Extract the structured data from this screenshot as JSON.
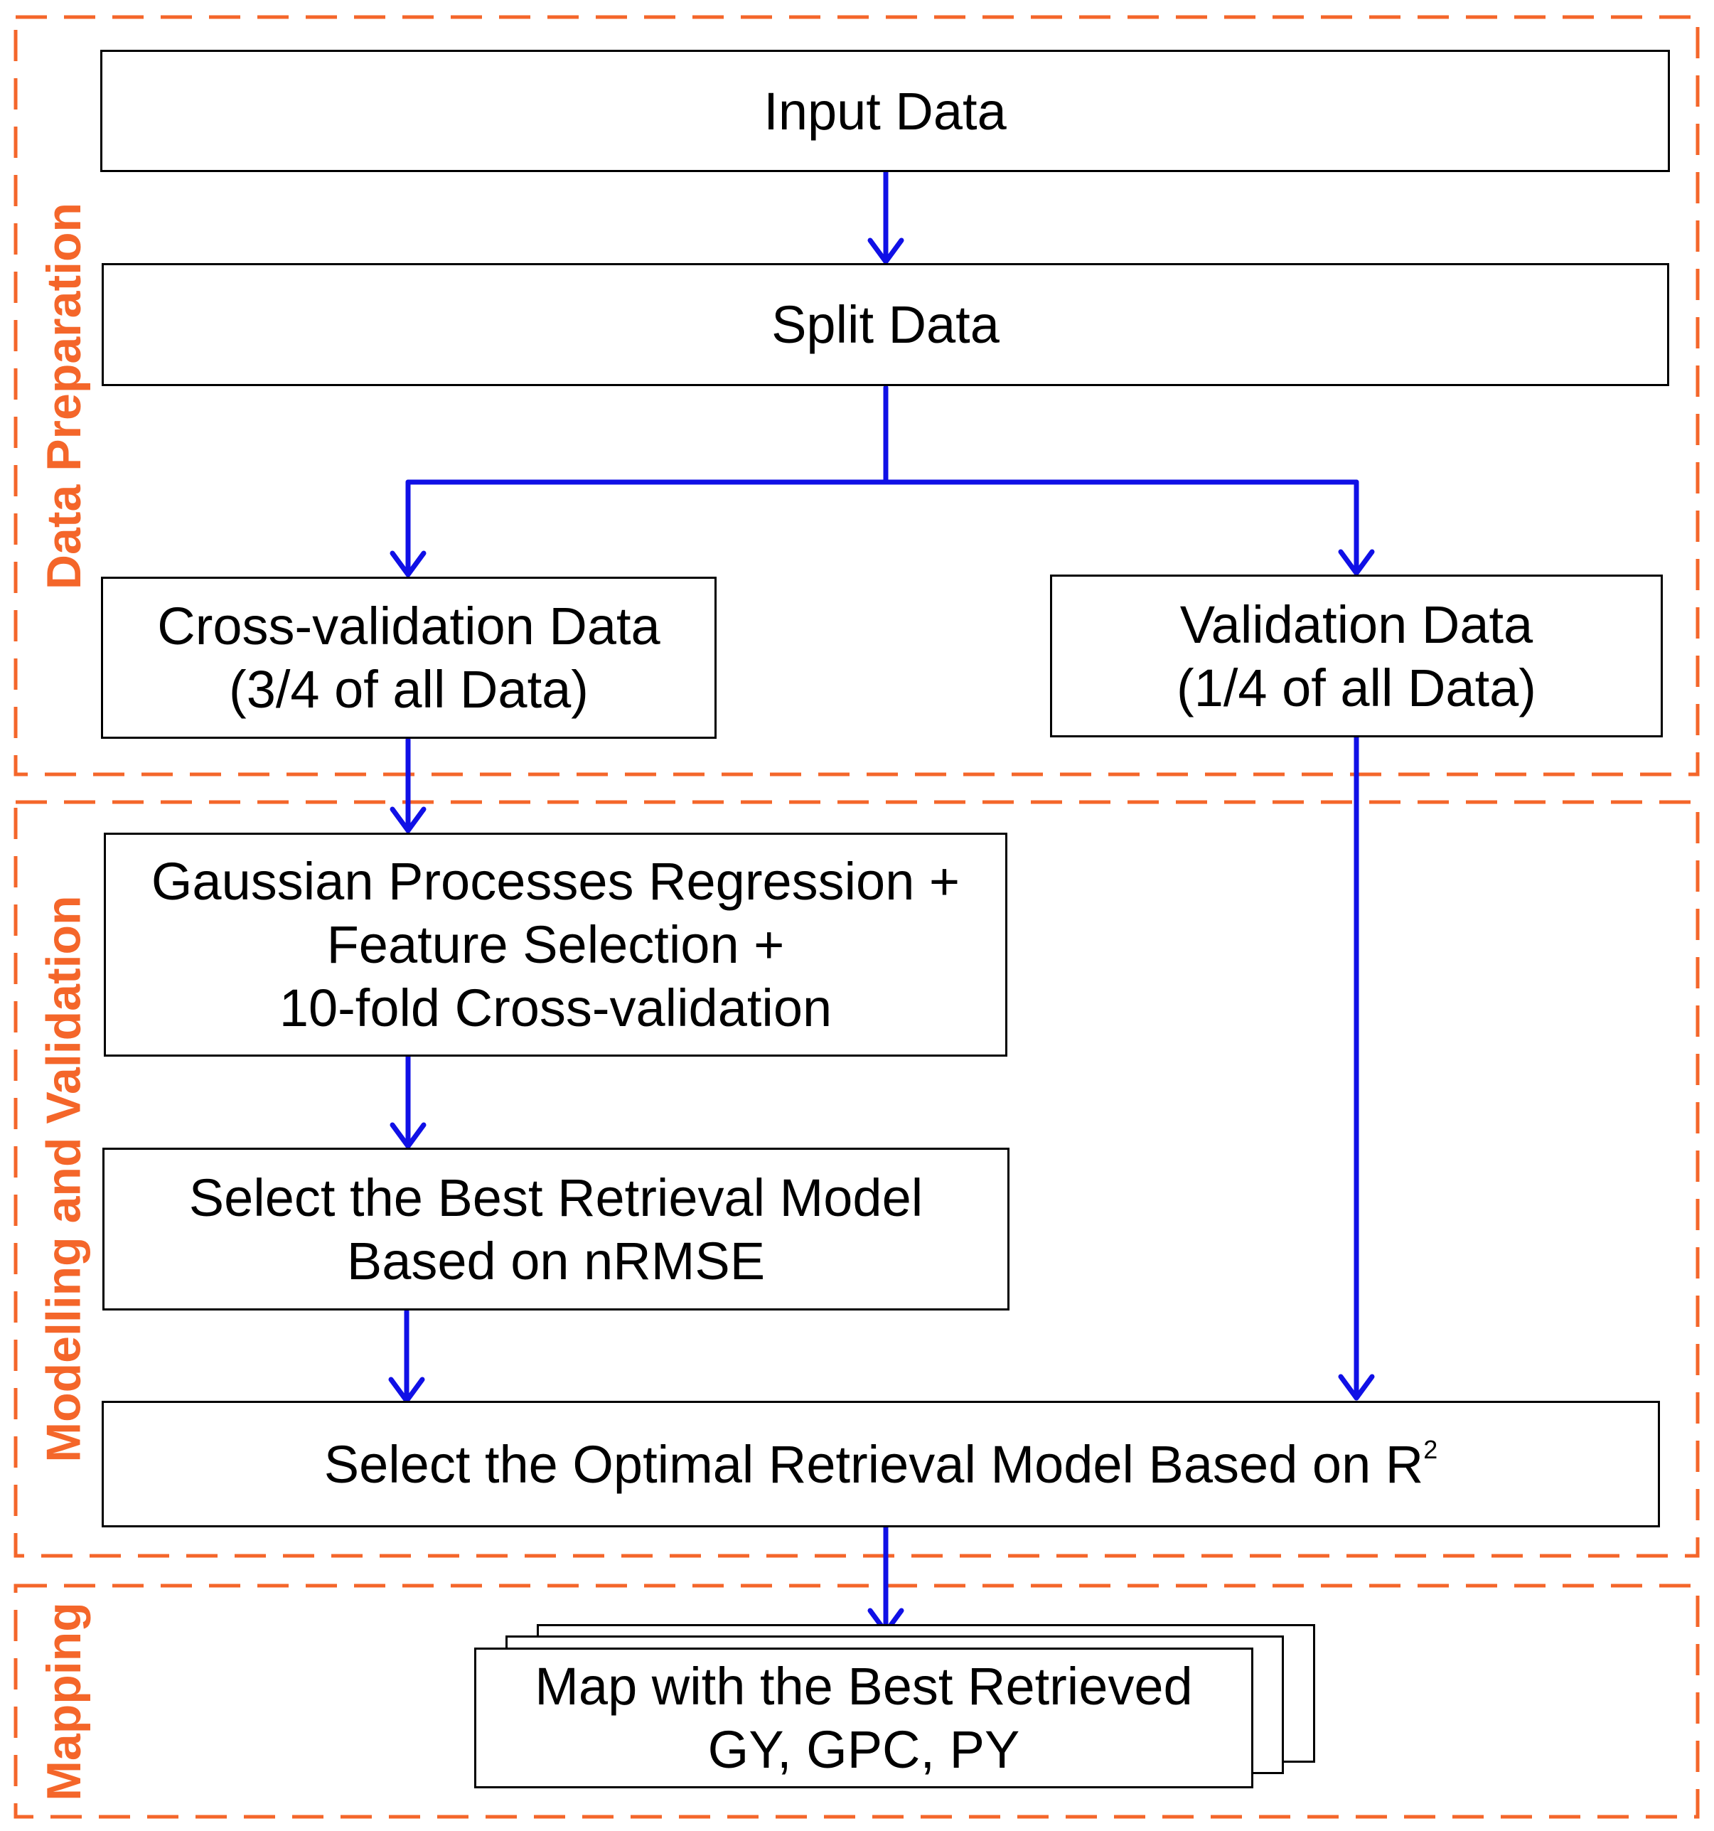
{
  "colors": {
    "section_border": "#f4662a",
    "arrow": "#1010e6",
    "box_border": "#000000"
  },
  "sections": {
    "data_preparation": "Data Preparation",
    "modelling_validation": "Modelling and Validation",
    "mapping": "Mapping"
  },
  "nodes": {
    "input_data": "Input Data",
    "split_data": "Split Data",
    "cross_validation": {
      "line1": "Cross-validation Data",
      "line2": "(3/4 of all Data)"
    },
    "validation": {
      "line1": "Validation Data",
      "line2": "(1/4 of all Data)"
    },
    "gpr": {
      "line1": "Gaussian Processes Regression +",
      "line2": "Feature Selection +",
      "line3": "10-fold Cross-validation"
    },
    "best_model": {
      "line1": "Select the Best Retrieval Model",
      "line2": "Based on nRMSE"
    },
    "optimal_model": {
      "text": "Select the Optimal Retrieval Model Based on R",
      "superscript": "2"
    },
    "map": {
      "line1": "Map with the Best Retrieved",
      "line2": "GY, GPC, PY"
    }
  }
}
